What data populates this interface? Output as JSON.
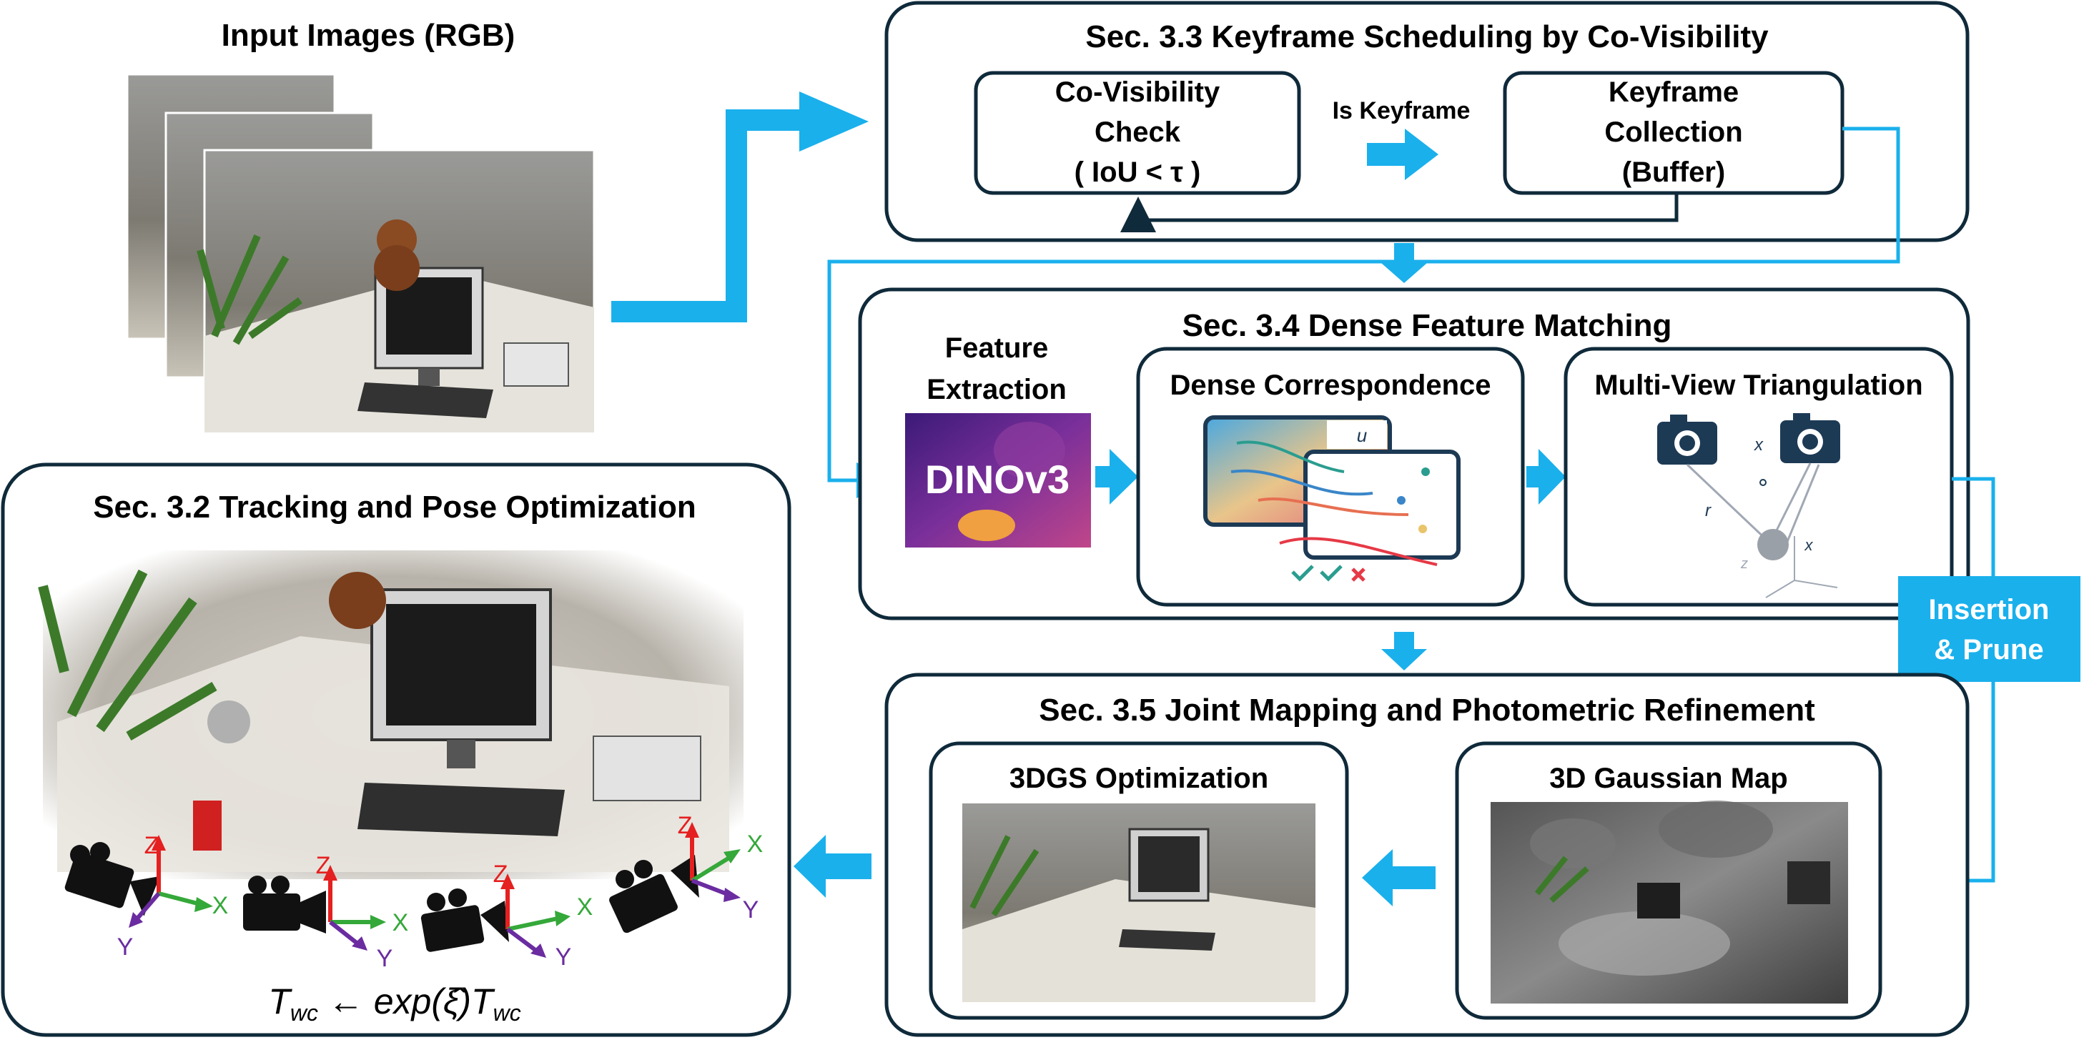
{
  "input": {
    "title": "Input Images (RGB)"
  },
  "keyframe_section": {
    "title": "Sec. 3.3 Keyframe Scheduling by Co-Visibility",
    "covis_check": [
      "Co-Visibility",
      "Check",
      "( IoU < τ )"
    ],
    "arrow_label": "Is Keyframe",
    "collection": [
      "Keyframe",
      "Collection",
      "(Buffer)"
    ]
  },
  "matching_section": {
    "title": "Sec. 3.4 Dense Feature Matching",
    "feature_extraction": [
      "Feature",
      "Extraction"
    ],
    "dino_label": "DINOv3",
    "dense_corr": "Dense Correspondence",
    "dense_corr_u": "u",
    "triangulation": "Multi-View Triangulation",
    "tri_x_top": "x",
    "tri_r": "r",
    "tri_x_side": "x",
    "tri_z": "z"
  },
  "insertion": [
    "Insertion",
    "& Prune"
  ],
  "mapping_section": {
    "title": "Sec. 3.5 Joint Mapping and Photometric Refinement",
    "optimization": "3DGS Optimization",
    "gaussian_map": "3D Gaussian Map"
  },
  "tracking_section": {
    "title": "Sec. 3.2 Tracking and Pose Optimization",
    "axis_z": "Z",
    "axis_x": "X",
    "axis_y": "Y",
    "equation_parts": [
      "T",
      "wc",
      " ← exp(",
      "ξ̂",
      ")",
      "T",
      "wc"
    ]
  },
  "colors": {
    "accent_blue": "#1ab0ec",
    "box_border": "#0f2a3a",
    "axis_red": "#e52020",
    "axis_green": "#35a83a",
    "axis_purple": "#6a2ca0"
  }
}
